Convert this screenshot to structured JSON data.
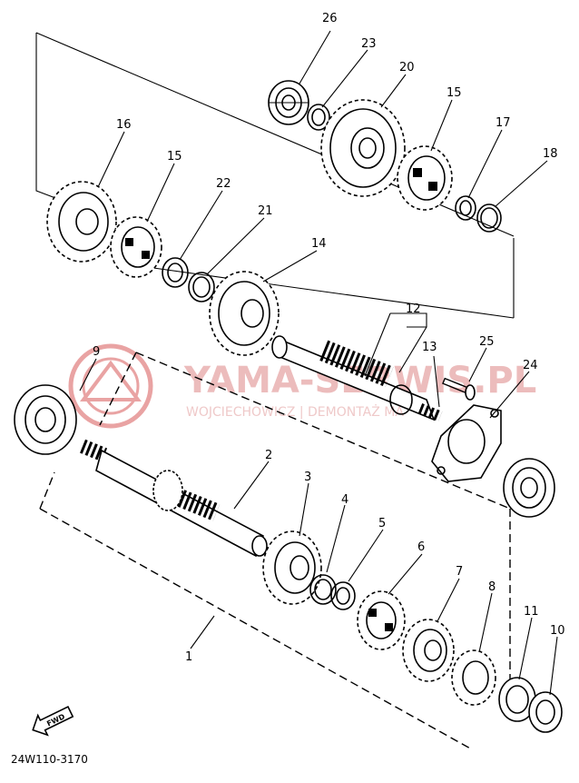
{
  "diagram": {
    "callouts": [
      "1",
      "2",
      "3",
      "4",
      "5",
      "6",
      "7",
      "8",
      "9",
      "10",
      "11",
      "12",
      "13",
      "14",
      "15",
      "15",
      "16",
      "17",
      "18",
      "20",
      "21",
      "22",
      "23",
      "24",
      "25",
      "26"
    ],
    "drawing_code": "24W110-3170",
    "fwd_label": "FWD"
  },
  "watermark": {
    "title": "YAMA-SERWIS.PL",
    "subtitle": "WOJCIECHOWICZ | DEMONTAŻ MA"
  },
  "colors": {
    "ink": "#000000",
    "watermark": "#e9a3a3",
    "background": "#ffffff"
  }
}
